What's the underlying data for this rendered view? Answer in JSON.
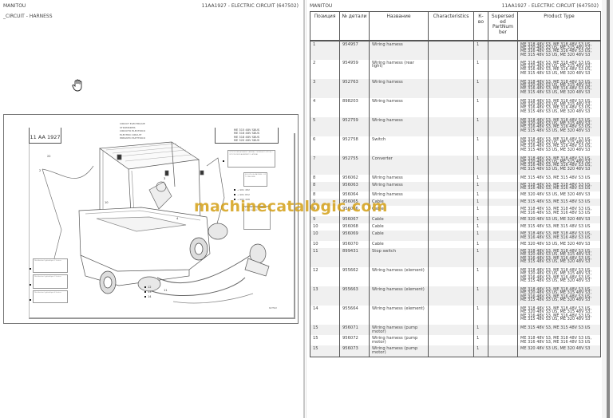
{
  "left_page": {
    "brand": "MANITOU",
    "title": "11AA1927 - ELECTRIC CIRCUIT (647502)",
    "subtitle": "_CIRCUIT - HARNESS",
    "diagram": {
      "code": "11 AA 1927",
      "titles": [
        "CIRCUIT ELECTRIQUE",
        "STROMKREIS",
        "CIRCUITO ELECTRICO",
        "ELECTRIC CIRCUIT",
        "IMPIANTO ELETTRICO"
      ],
      "models": [
        "ME 315 48V S8US",
        "ME 316 48V S8US",
        "ME 318 48V S8US",
        "ME 320 48V S8US"
      ],
      "part_refs": [
        "961 482",
        "961 652",
        "962 498"
      ],
      "callouts": [
        "1",
        "2",
        "3",
        "4",
        "5",
        "6",
        "7",
        "8",
        "9",
        "10",
        "11",
        "12",
        "13",
        "14",
        "15",
        "22"
      ],
      "footer_code": "647502"
    },
    "cursor": "hand-cursor"
  },
  "watermark": "machinecatalogic.com",
  "right_page": {
    "brand": "MANITOU",
    "title": "11AA1927 - ELECTRIC CIRCUIT (647502)",
    "columns": [
      "Позиция",
      "№ детали",
      "Название",
      "Characteristics",
      "К-во",
      "Supersed ed PartNum ber",
      "Product Type"
    ],
    "rows": [
      {
        "pos": "1",
        "part": "954957",
        "name": "Wiring harness",
        "char": "",
        "qty": "1",
        "sup": "",
        "type": "ME 318 48V S3, ME 318 48V S3 US, ME 320 48V S3 US, ME 315 48V S3, ME 316 48V S3, ME 316 48V S3 US, ME 315 48V S3 US, ME 320 48V S3"
      },
      {
        "pos": "2",
        "part": "954959",
        "name": "Wiring harness (rear light)",
        "char": "",
        "qty": "1",
        "sup": "",
        "type": "ME 318 48V S3, ME 318 48V S3 US, ME 320 48V S3 US, ME 315 48V S3, ME 316 48V S3, ME 316 48V S3 US, ME 315 48V S3 US, ME 320 48V S3"
      },
      {
        "pos": "3",
        "part": "952763",
        "name": "Wiring harness",
        "char": "",
        "qty": "1",
        "sup": "",
        "type": "ME 318 48V S3, ME 318 48V S3 US, ME 320 48V S3 US, ME 315 48V S3, ME 316 48V S3, ME 316 48V S3 US, ME 315 48V S3 US, ME 320 48V S3"
      },
      {
        "pos": "4",
        "part": "898203",
        "name": "Wiring harness",
        "char": "",
        "qty": "1",
        "sup": "",
        "type": "ME 318 48V S3, ME 318 48V S3 US, ME 320 48V S3 US, ME 315 48V S3, ME 316 48V S3, ME 316 48V S3 US, ME 315 48V S3 US, ME 320 48V S3"
      },
      {
        "pos": "5",
        "part": "952759",
        "name": "Wiring harness",
        "char": "",
        "qty": "1",
        "sup": "",
        "type": "ME 318 48V S3, ME 318 48V S3 US, ME 320 48V S3 US, ME 315 48V S3, ME 316 48V S3, ME 316 48V S3 US, ME 315 48V S3 US, ME 320 48V S3"
      },
      {
        "pos": "6",
        "part": "952758",
        "name": "Switch",
        "char": "",
        "qty": "1",
        "sup": "",
        "type": "ME 318 48V S3, ME 318 48V S3 US, ME 320 48V S3 US, ME 315 48V S3, ME 316 48V S3, ME 316 48V S3 US, ME 315 48V S3 US, ME 320 48V S3"
      },
      {
        "pos": "7",
        "part": "952755",
        "name": "Converter",
        "char": "",
        "qty": "1",
        "sup": "",
        "type": "ME 318 48V S3, ME 318 48V S3 US, ME 320 48V S3 US, ME 315 48V S3, ME 316 48V S3, ME 316 48V S3 US, ME 315 48V S3 US, ME 320 48V S3"
      },
      {
        "pos": "8",
        "part": "956062",
        "name": "Wiring harness",
        "char": "",
        "qty": "1",
        "sup": "",
        "type": "ME 315 48V S3, ME 315 48V S3 US"
      },
      {
        "pos": "8",
        "part": "956063",
        "name": "Wiring harness",
        "char": "",
        "qty": "1",
        "sup": "",
        "type": "ME 318 48V S3, ME 318 48V S3 US, ME 316 48V S3, ME 316 48V S3 US"
      },
      {
        "pos": "8",
        "part": "956064",
        "name": "Wiring harness",
        "char": "",
        "qty": "1",
        "sup": "",
        "type": "ME 320 48V S3 US, ME 320 48V S3"
      },
      {
        "pos": "9",
        "part": "956065",
        "name": "Cable",
        "char": "",
        "qty": "1",
        "sup": "",
        "type": "ME 315 48V S3, ME 315 48V S3 US"
      },
      {
        "pos": "9",
        "part": "956066",
        "name": "Cable",
        "char": "",
        "qty": "1",
        "sup": "",
        "type": "ME 318 48V S3, ME 318 48V S3 US, ME 316 48V S3, ME 316 48V S3 US"
      },
      {
        "pos": "9",
        "part": "956067",
        "name": "Cable",
        "char": "",
        "qty": "1",
        "sup": "",
        "type": "ME 320 48V S3 US, ME 320 48V S3"
      },
      {
        "pos": "10",
        "part": "956068",
        "name": "Cable",
        "char": "",
        "qty": "1",
        "sup": "",
        "type": "ME 315 48V S3, ME 315 48V S3 US"
      },
      {
        "pos": "10",
        "part": "956069",
        "name": "Cable",
        "char": "",
        "qty": "1",
        "sup": "",
        "type": "ME 318 48V S3, ME 318 48V S3 US, ME 316 48V S3, ME 316 48V S3 US"
      },
      {
        "pos": "10",
        "part": "956070",
        "name": "Cable",
        "char": "",
        "qty": "1",
        "sup": "",
        "type": "ME 320 48V S3 US, ME 320 48V S3"
      },
      {
        "pos": "11",
        "part": "899431",
        "name": "Stop switch",
        "char": "",
        "qty": "1",
        "sup": "",
        "type": "ME 318 48V S3, ME 318 48V S3 US, ME 320 48V S3 US, ME 315 48V S3, ME 316 48V S3, ME 316 48V S3 US, ME 315 48V S3 US, ME 320 48V S3"
      },
      {
        "pos": "12",
        "part": "955662",
        "name": "Wiring harness (element)",
        "char": "",
        "qty": "1",
        "sup": "",
        "type": "ME 318 48V S3, ME 318 48V S3 US, ME 320 48V S3 US, ME 315 48V S3, ME 316 48V S3, ME 316 48V S3 US, ME 315 48V S3 US, ME 320 48V S3"
      },
      {
        "pos": "13",
        "part": "955663",
        "name": "Wiring harness (element)",
        "char": "",
        "qty": "1",
        "sup": "",
        "type": "ME 318 48V S3, ME 318 48V S3 US, ME 320 48V S3 US, ME 315 48V S3, ME 316 48V S3, ME 316 48V S3 US, ME 315 48V S3 US, ME 320 48V S3"
      },
      {
        "pos": "14",
        "part": "955664",
        "name": "Wiring harness (element)",
        "char": "",
        "qty": "1",
        "sup": "",
        "type": "ME 318 48V S3, ME 318 48V S3 US, ME 320 48V S3 US, ME 315 48V S3, ME 316 48V S3, ME 316 48V S3 US, ME 315 48V S3 US, ME 320 48V S3"
      },
      {
        "pos": "15",
        "part": "956071",
        "name": "Wiring harness (pump motor)",
        "char": "",
        "qty": "1",
        "sup": "",
        "type": "ME 315 48V S3, ME 315 48V S3 US"
      },
      {
        "pos": "15",
        "part": "956072",
        "name": "Wiring harness (pump motor)",
        "char": "",
        "qty": "1",
        "sup": "",
        "type": "ME 318 48V S3, ME 318 48V S3 US, ME 316 48V S3, ME 316 48V S3 US"
      },
      {
        "pos": "15",
        "part": "956073",
        "name": "Wiring harness (pump motor)",
        "char": "",
        "qty": "1",
        "sup": "",
        "type": "ME 320 48V S3 US, ME 320 48V S3"
      }
    ]
  },
  "colors": {
    "watermark": "#d4a017",
    "row_alt": "#f0f0f0",
    "border": "#555555",
    "scrollbar": "#8a8a8a"
  }
}
